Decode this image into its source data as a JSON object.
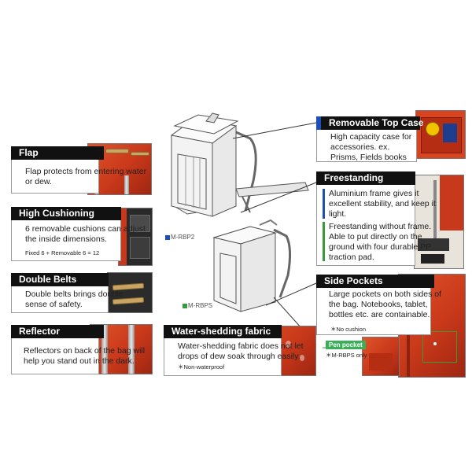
{
  "flap": {
    "title": "Flap",
    "text": "Flap protects from entering water or dew."
  },
  "cushion": {
    "title": "High Cushioning",
    "text": "6 removable cushions can adjust the inside dimensions.",
    "note": "Fixed 6 + Removable 6 = 12"
  },
  "belts": {
    "title": "Double Belts",
    "text": "Double belts brings double sense of safety."
  },
  "reflector": {
    "title": "Reflector",
    "text": "Reflectors on back of the bag will help you stand out in the dark."
  },
  "water": {
    "title": "Water-shedding fabric",
    "text": "Water-shedding fabric does not let drops of dew soak through easily.",
    "note": "＊Non-waterproof"
  },
  "topcase": {
    "title": "Removable Top Case",
    "text": "High capacity case for accessories. ex. Prisms, Fields books"
  },
  "freestanding": {
    "title": "Freestanding",
    "text1": "Aluminium frame gives it excellent stability, and keep it light.",
    "text2": "Freestanding without frame. Able to put directly on the ground with four durable PP traction pad."
  },
  "side": {
    "title": "Side Pockets",
    "text": "Large pockets on both sides of the bag. Notebooks, tablet, bottles etc. are containable.",
    "note": "＊No cushion"
  },
  "pen": {
    "label": "Pen pocket",
    "note": "＊M-RBPS only"
  },
  "models": {
    "rbp2": "M-RBP2",
    "rbps": "M-RBPS"
  },
  "colors": {
    "header": "#111111",
    "blue": "#1d4fb8",
    "green": "#3a9a3a",
    "orange": "#d9441f"
  }
}
